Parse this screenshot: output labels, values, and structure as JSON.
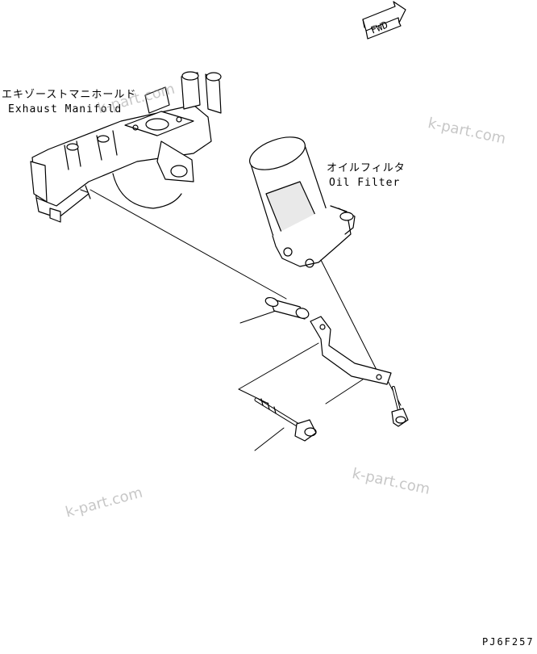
{
  "fwd_label": "FWD",
  "labels": {
    "manifold_jp": "エキゾーストマニホールド",
    "manifold_en": "Exhaust Manifold",
    "filter_jp": "オイルフィルタ",
    "filter_en": "Oil Filter"
  },
  "watermarks": [
    "k-part.com",
    "k-part.com",
    "k-part.com",
    "k-part.com"
  ],
  "drawing_code": "PJ6F257"
}
